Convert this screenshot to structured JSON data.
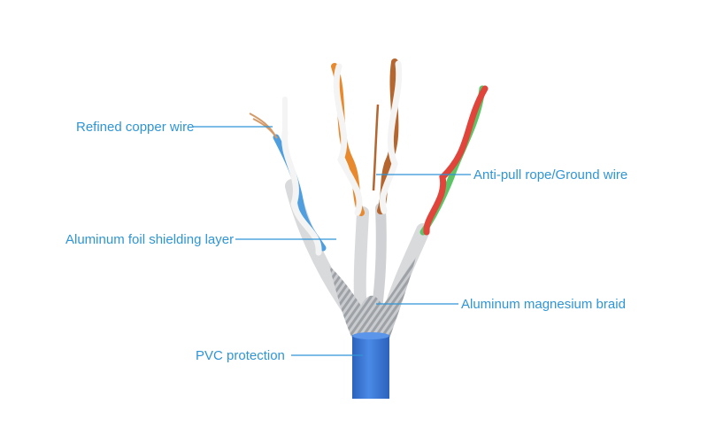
{
  "labels": {
    "refined_copper_wire": "Refined copper wire",
    "aluminum_foil_shielding_layer": "Aluminum foil shielding layer",
    "pvc_protection": "PVC protection",
    "anti_pull_rope_ground_wire": "Anti-pull rope/Ground wire",
    "aluminum_magnesium_braid": "Aluminum magnesium braid"
  },
  "colors": {
    "label_text": "#2f95d6",
    "leader_line": "#2f95d6",
    "jacket": "#3a78d8",
    "jacket_shade": "#2b62bd",
    "braid": "#b9bcc0",
    "foil": "#d9dadc",
    "pair_blue": "#4f9fe0",
    "pair_orange": "#e8892e",
    "pair_brown": "#b5652e",
    "pair_green": "#5cc466",
    "pair_red": "#e0443a",
    "copper": "#d49a6a",
    "white_wire": "#f4f4f4"
  }
}
